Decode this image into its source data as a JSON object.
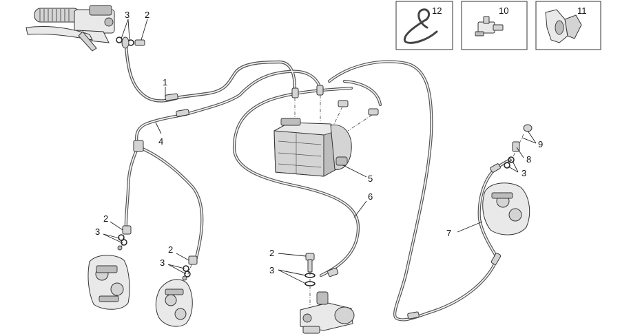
{
  "callouts": {
    "c1": "1",
    "c2a": "2",
    "c2b": "2",
    "c2c": "2",
    "c2d": "2",
    "c3a": "3",
    "c3b": "3",
    "c3c": "3",
    "c3d": "3",
    "c3e": "3",
    "c4": "4",
    "c5": "5",
    "c6": "6",
    "c7": "7",
    "c8": "8",
    "c9": "9"
  },
  "inset_boxes": [
    {
      "number": "12",
      "icon": "hose-clip-icon"
    },
    {
      "number": "10",
      "icon": "pipe-bracket-icon"
    },
    {
      "number": "11",
      "icon": "hose-clamp-icon"
    }
  ],
  "colors": {
    "line": "#555555",
    "background": "#ffffff",
    "part_fill": "#e9e9e9"
  }
}
